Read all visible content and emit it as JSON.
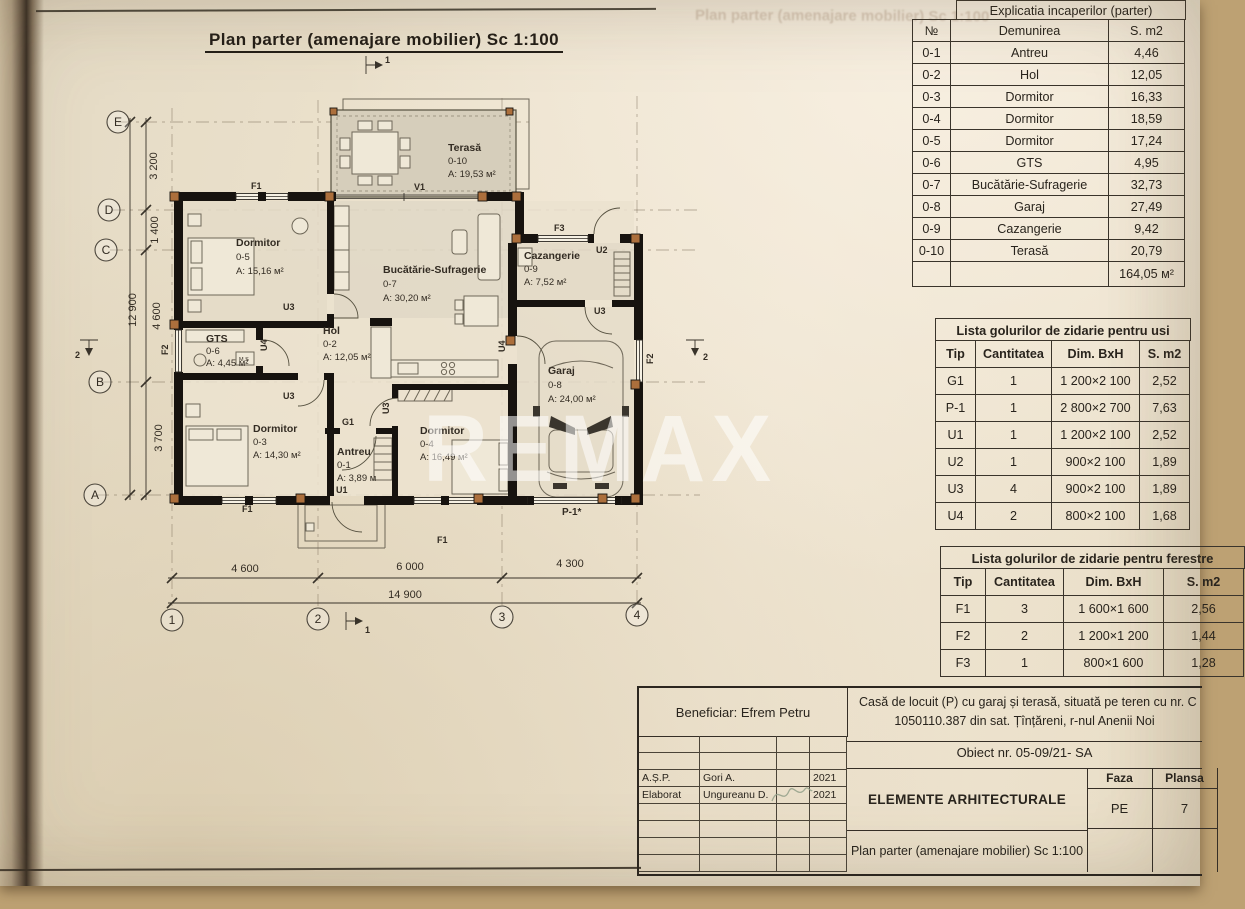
{
  "page": {
    "title": "Plan parter (amenajare mobilier) Sc 1:100",
    "bleed": "Plan parter (amenajare mobilier) Sc 1:100",
    "watermark": "REMAX"
  },
  "plan": {
    "rooms": [
      {
        "name": "Terasă",
        "id": "0-10",
        "area": "A: 19,53 м²"
      },
      {
        "name": "Dormitor",
        "id": "0-5",
        "area": "A: 15,16 м²"
      },
      {
        "name": "Bucătărie-Sufragerie",
        "id": "0-7",
        "area": "A: 30,20 м²"
      },
      {
        "name": "Cazangerie",
        "id": "0-9",
        "area": "A: 7,52 м²"
      },
      {
        "name": "GTS",
        "id": "0-6",
        "area": "A: 4,45 м²"
      },
      {
        "name": "Hol",
        "id": "0-2",
        "area": "A: 12,05 м²"
      },
      {
        "name": "Garaj",
        "id": "0-8",
        "area": "A: 24,00 м²"
      },
      {
        "name": "Dormitor",
        "id": "0-3",
        "area": "A: 14,30 м²"
      },
      {
        "name": "Antreu",
        "id": "0-1",
        "area": "A: 3,89 м"
      },
      {
        "name": "Dormitor",
        "id": "0-4",
        "area": "A: 16,49 м²"
      }
    ],
    "openings": {
      "F1": "F1",
      "F2": "F2",
      "F3": "F3",
      "V1": "V1",
      "U1": "U1",
      "U2": "U2",
      "U3": "U3",
      "U4": "U4",
      "G1": "G1",
      "P1": "P-1*",
      "MS": "M.S"
    },
    "axes": {
      "letters": [
        "E",
        "D",
        "C",
        "B",
        "A"
      ],
      "numbers": [
        "1",
        "2",
        "3",
        "4"
      ]
    },
    "dims": {
      "left": [
        "3 200",
        "1 400",
        "4 600",
        "3 700"
      ],
      "left_total": "12 900",
      "bottom": [
        "4 600",
        "6 000",
        "4 300"
      ],
      "bottom_total": "14 900"
    },
    "sections": {
      "one": "1",
      "two": "2"
    }
  },
  "tables": {
    "explication": {
      "title": "Explicatia incaperilor (parter)",
      "headers": [
        "№",
        "Demunirea",
        "S. m2"
      ],
      "rows": [
        [
          "0-1",
          "Antreu",
          "4,46"
        ],
        [
          "0-2",
          "Hol",
          "12,05"
        ],
        [
          "0-3",
          "Dormitor",
          "16,33"
        ],
        [
          "0-4",
          "Dormitor",
          "18,59"
        ],
        [
          "0-5",
          "Dormitor",
          "17,24"
        ],
        [
          "0-6",
          "GTS",
          "4,95"
        ],
        [
          "0-7",
          "Bucătărie-Sufragerie",
          "32,73"
        ],
        [
          "0-8",
          "Garaj",
          "27,49"
        ],
        [
          "0-9",
          "Cazangerie",
          "9,42"
        ],
        [
          "0-10",
          "Terasă",
          "20,79"
        ]
      ],
      "total": "164,05 м²"
    },
    "doors": {
      "title": "Lista golurilor de zidarie pentru usi",
      "headers": [
        "Tip",
        "Cantitatea",
        "Dim. BxH",
        "S. m2"
      ],
      "rows": [
        [
          "G1",
          "1",
          "1 200×2 100",
          "2,52"
        ],
        [
          "P-1",
          "1",
          "2 800×2 700",
          "7,63"
        ],
        [
          "U1",
          "1",
          "1 200×2 100",
          "2,52"
        ],
        [
          "U2",
          "1",
          "900×2 100",
          "1,89"
        ],
        [
          "U3",
          "4",
          "900×2 100",
          "1,89"
        ],
        [
          "U4",
          "2",
          "800×2 100",
          "1,68"
        ]
      ]
    },
    "windows": {
      "title": "Lista golurilor de zidarie pentru ferestre",
      "headers": [
        "Tip",
        "Cantitatea",
        "Dim. BxH",
        "S. m2"
      ],
      "rows": [
        [
          "F1",
          "3",
          "1 600×1 600",
          "2,56"
        ],
        [
          "F2",
          "2",
          "1 200×1 200",
          "1,44"
        ],
        [
          "F3",
          "1",
          "800×1 600",
          "1,28"
        ]
      ]
    }
  },
  "title_block": {
    "beneficiary": "Beneficiar: Efrem Petru",
    "project_line1": "Casă de locuit (P) cu garaj și terasă, situată pe teren cu nr. C",
    "project_line2": "1050110.387 din sat. Țînțăreni, r-nul Anenii Noi",
    "object": "Obiect nr. 05-09/21- SA",
    "rows": [
      {
        "role": "A.Ș.P.",
        "name": "Gori A.",
        "year": "2021"
      },
      {
        "role": "Elaborat",
        "name": "Ungureanu D.",
        "year": "2021"
      }
    ],
    "section": "ELEMENTE ARHITECTURALE",
    "faza_label": "Faza",
    "plansa_label": "Plansa",
    "faza": "PE",
    "plansa": "7",
    "drawing_title": "Plan parter (amenajare mobilier) Sc 1:100"
  }
}
